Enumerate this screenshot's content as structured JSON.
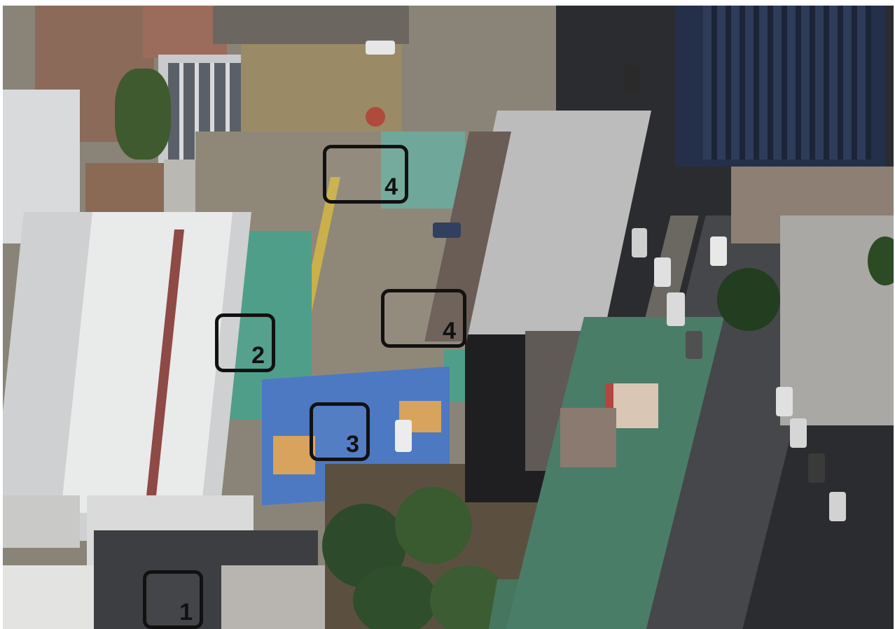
{
  "markers": [
    {
      "id": "marker-1",
      "label": "1"
    },
    {
      "id": "marker-2",
      "label": "2"
    },
    {
      "id": "marker-3",
      "label": "3"
    },
    {
      "id": "marker-4a",
      "label": "4"
    },
    {
      "id": "marker-4b",
      "label": "4"
    }
  ],
  "colors": {
    "court_green": "#4f9e8a",
    "court_blue": "#4d79c2",
    "court_orange": "#d8a35d",
    "yellow_line": "#c9b04a",
    "marker_border": "#111111",
    "street": "#3e3f43"
  }
}
